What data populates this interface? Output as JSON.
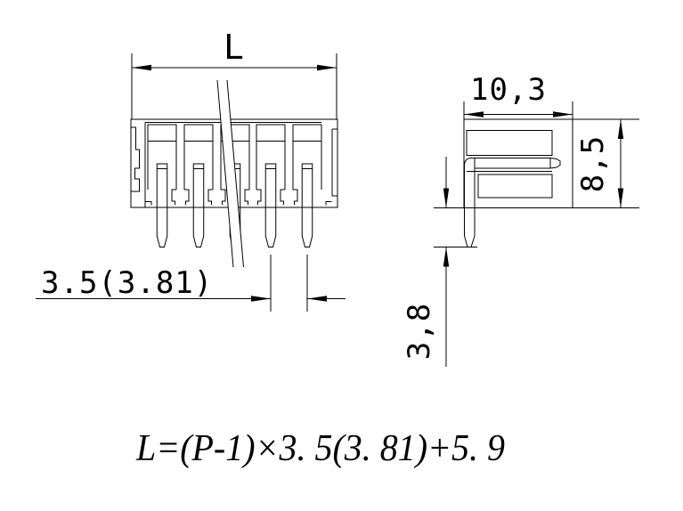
{
  "front_view": {
    "length_label": "L",
    "pitch_label": "3.5(3.81)"
  },
  "side_view": {
    "width_label": "10,3",
    "height_label": "8,5",
    "pin_length_label": "3,8"
  },
  "formula": {
    "text": "L=(P-1)×3. 5(3. 81)+5. 9"
  },
  "colors": {
    "line": "#000000",
    "background": "#ffffff"
  }
}
